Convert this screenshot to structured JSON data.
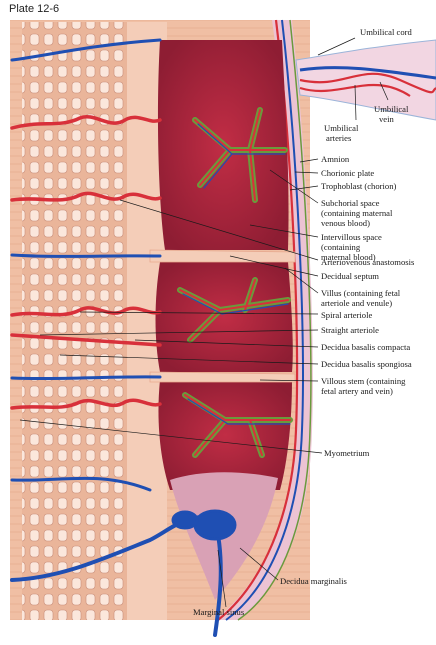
{
  "plate_label": "Plate 12-6",
  "labels": {
    "umbilical_cord": "Umbilical cord",
    "umbilical_arteries_1": "Umbilical",
    "umbilical_arteries_2": "arteries",
    "umbilical_vein_1": "Umbilical",
    "umbilical_vein_2": "vein",
    "amnion": "Amnion",
    "chorionic_plate": "Chorionic plate",
    "trophoblast": "Trophoblast (chorion)",
    "subchorial_1": "Subchorial space",
    "subchorial_2": "(containing maternal",
    "subchorial_3": "venous blood)",
    "intervillous_1": "Intervillous space",
    "intervillous_2": "(containing",
    "intervillous_3": "maternal blood)",
    "arteriovenous": "Arteriovenous anastomosis",
    "decidual_septum": "Decidual septum",
    "villus_1": "Villus (containing fetal",
    "villus_2": "arteriole and venule)",
    "spiral_arteriole": "Spiral arteriole",
    "straight_arteriole": "Straight arteriole",
    "decidua_compacta": "Decidua basalis compacta",
    "decidua_spongiosa": "Decidua basalis spongiosa",
    "villous_stem_1": "Villous stem (containing",
    "villous_stem_2": "fetal artery and vein)",
    "myometrium": "Myometrium",
    "decidua_marginalis": "Decidua marginalis",
    "marginal_sinus": "Marginal sinus"
  },
  "colors": {
    "artery": "#d8303a",
    "vein": "#1f4fb3",
    "maternal_blood": "#b3283f",
    "decidua": "#f2c2a8",
    "villus_outline": "#6a9a3c",
    "chorion": "#e9c7d6"
  }
}
